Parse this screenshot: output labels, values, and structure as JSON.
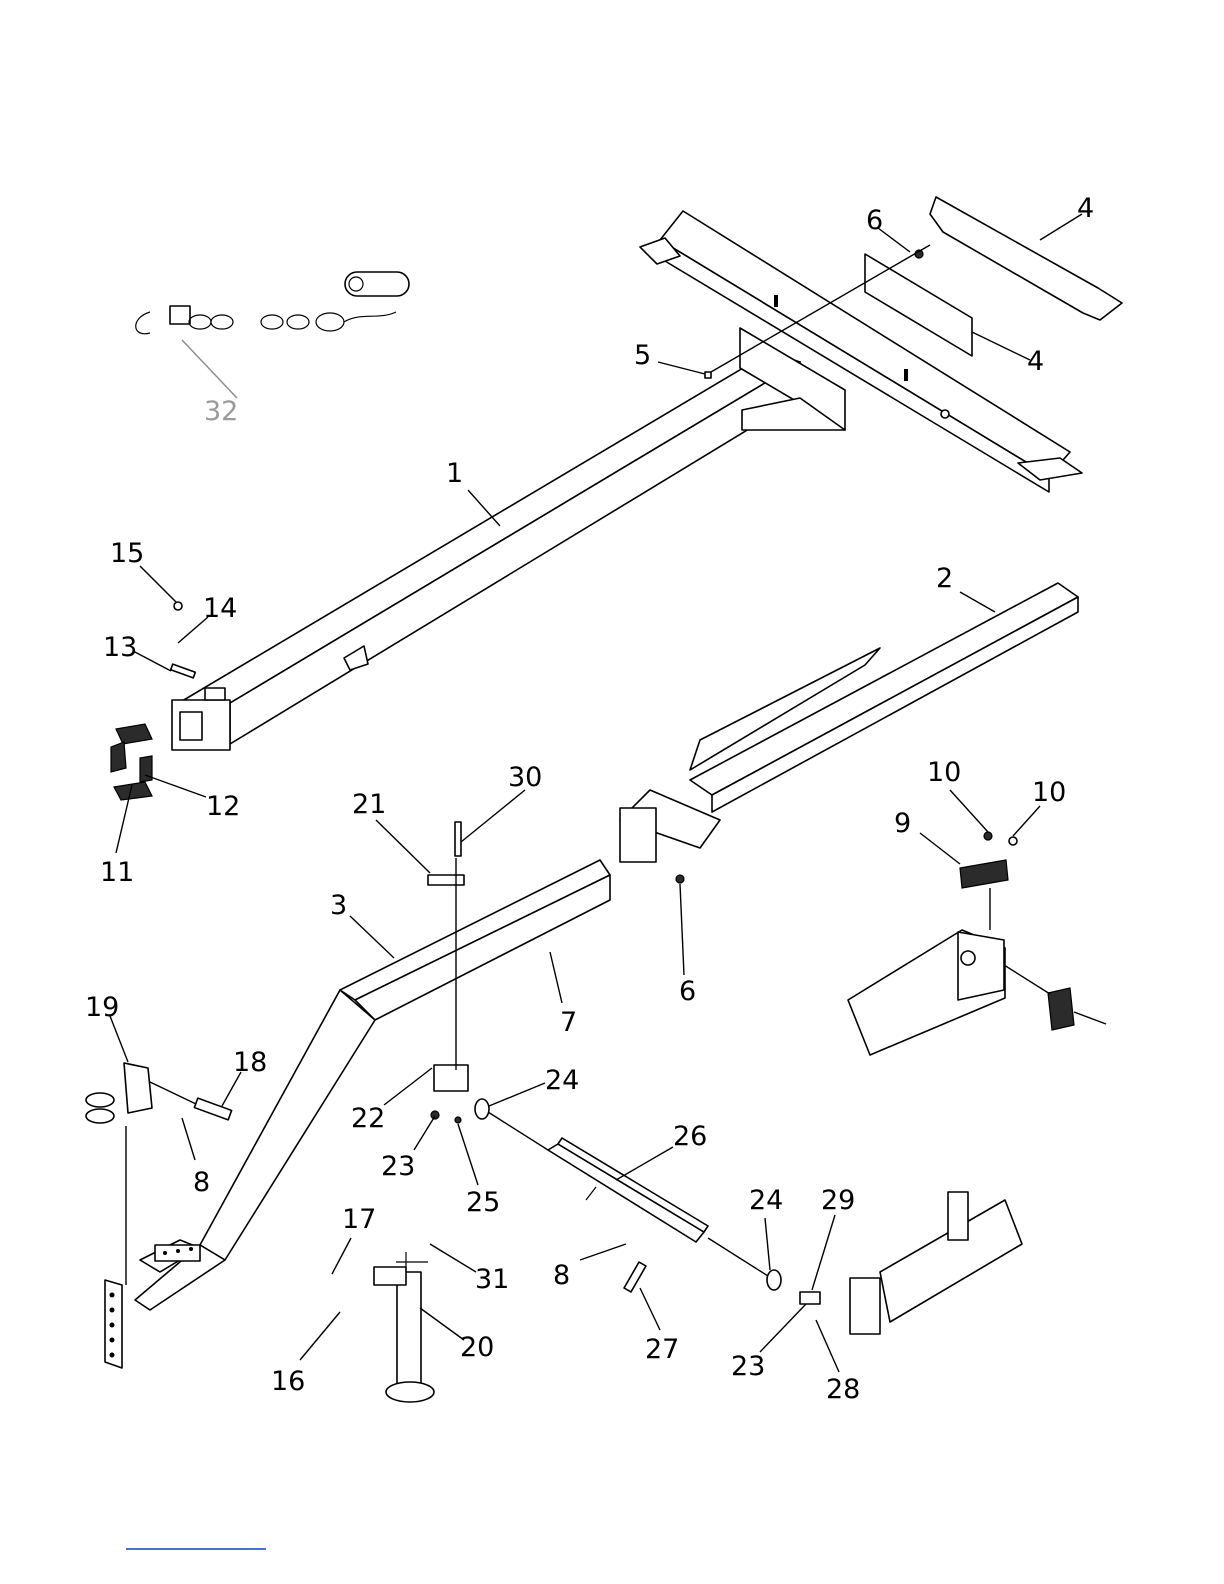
{
  "diagram": {
    "callouts": {
      "c1": "1",
      "c2": "2",
      "c3": "3",
      "c4a": "4",
      "c4b": "4",
      "c5": "5",
      "c6a": "6",
      "c6b": "6",
      "c7": "7",
      "c8a": "8",
      "c8b": "8",
      "c9": "9",
      "c10a": "10",
      "c10b": "10",
      "c11": "11",
      "c12": "12",
      "c13": "13",
      "c14": "14",
      "c15": "15",
      "c16": "16",
      "c17": "17",
      "c18": "18",
      "c19": "19",
      "c20": "20",
      "c21": "21",
      "c22": "22",
      "c23a": "23",
      "c23b": "23",
      "c24a": "24",
      "c24b": "24",
      "c25": "25",
      "c26": "26",
      "c27": "27",
      "c28": "28",
      "c29": "29",
      "c30": "30",
      "c31": "31",
      "c32": "32"
    }
  }
}
